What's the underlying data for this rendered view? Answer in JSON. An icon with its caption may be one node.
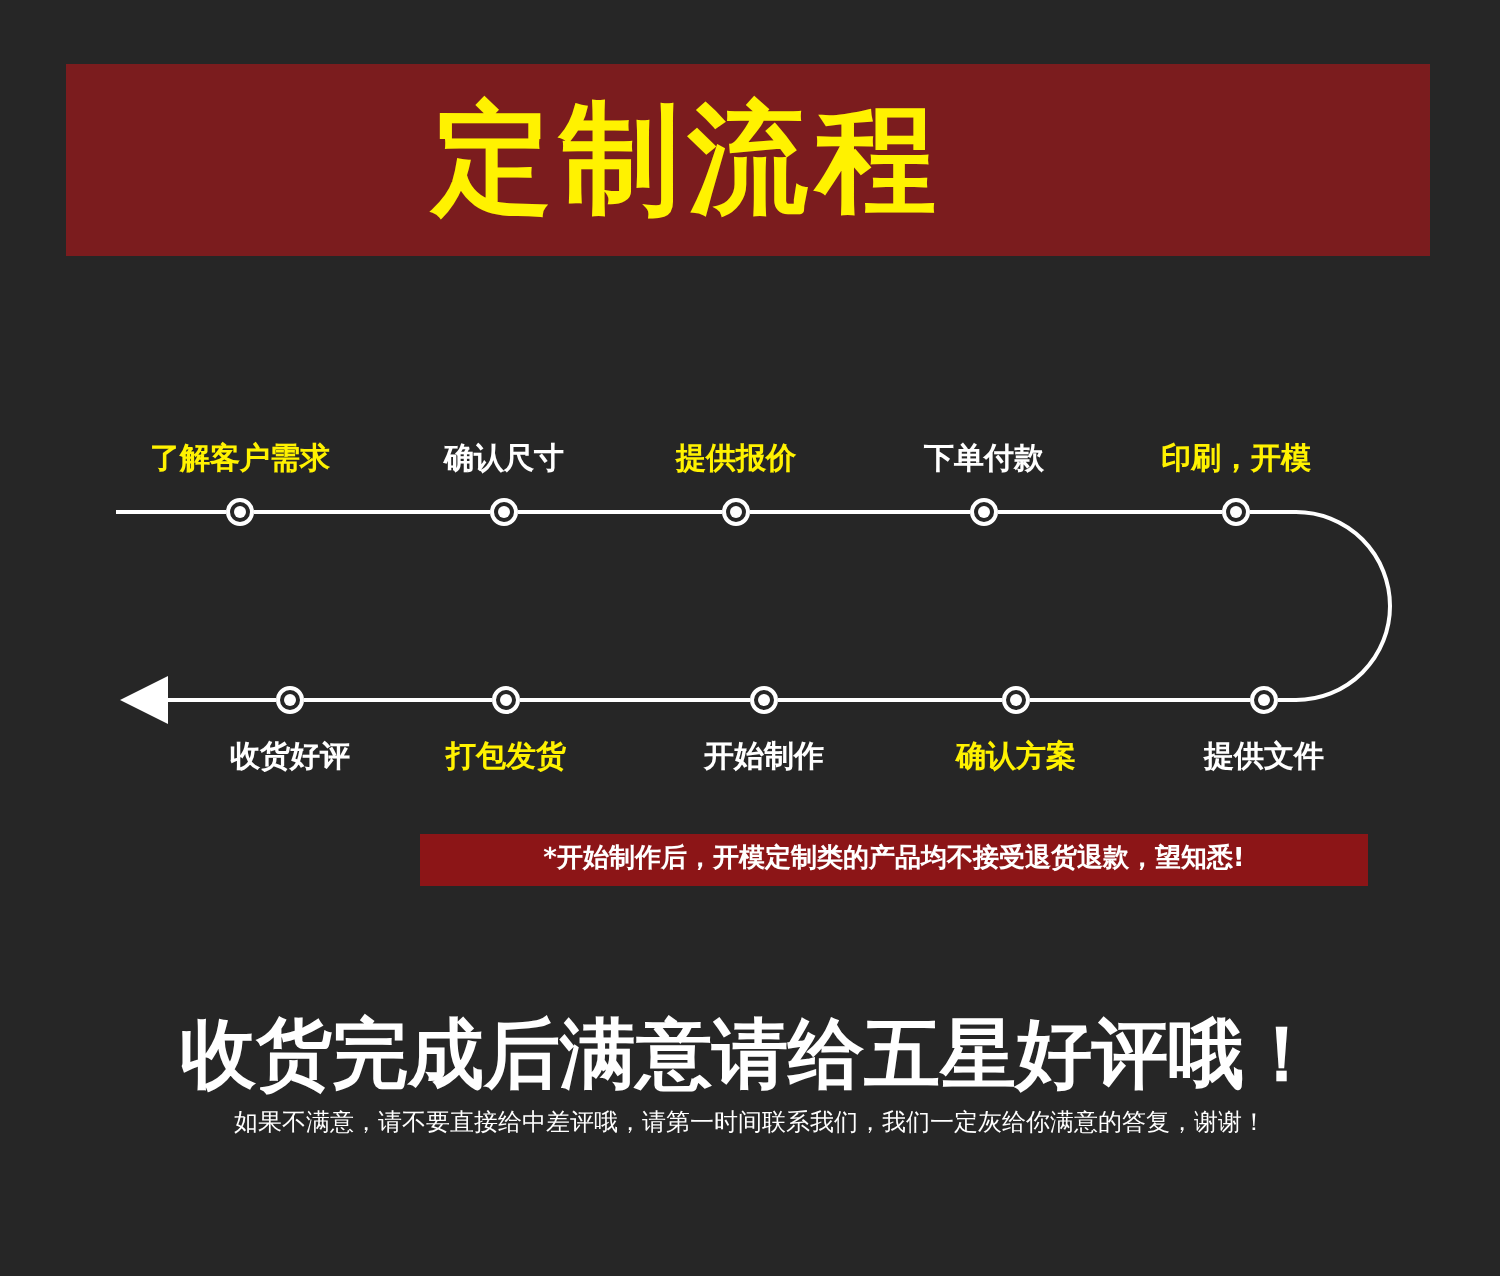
{
  "diagram": {
    "title": "定制流程",
    "nodes": [
      {
        "text": [],
        "shape": "circle",
        "beside": [
          "了解客户需求"
        ]
      },
      {
        "text": [],
        "shape": "circle",
        "beside": [
          "确认尺寸"
        ]
      },
      {
        "text": [],
        "shape": "circle",
        "beside": [
          "提供报价"
        ]
      },
      {
        "text": [],
        "shape": "circle",
        "beside": [
          "下单付款"
        ]
      },
      {
        "text": [],
        "shape": "circle",
        "beside": [
          "印刷，开模"
        ]
      },
      {
        "text": [],
        "shape": "circle",
        "beside": [
          "提供文件"
        ]
      },
      {
        "text": [],
        "shape": "circle",
        "beside": [
          "确认方案"
        ]
      },
      {
        "text": [],
        "shape": "circle",
        "beside": [
          "开始制作"
        ]
      },
      {
        "text": [],
        "shape": "circle",
        "beside": [
          "打包发货"
        ]
      },
      {
        "text": [],
        "shape": "circle",
        "beside": [
          "收货好评"
        ]
      }
    ],
    "edges": [
      {
        "from": null,
        "to": 0,
        "arrow": "none"
      },
      {
        "from": 0,
        "to": 1,
        "arrow": "none"
      },
      {
        "from": 1,
        "to": 2,
        "arrow": "none"
      },
      {
        "from": 2,
        "to": 3,
        "arrow": "none"
      },
      {
        "from": 3,
        "to": 4,
        "arrow": "none"
      },
      {
        "from": 4,
        "to": 5,
        "arrow": "none"
      },
      {
        "from": 5,
        "to": 6,
        "arrow": "none"
      },
      {
        "from": 6,
        "to": 7,
        "arrow": "none"
      },
      {
        "from": 7,
        "to": 8,
        "arrow": "none"
      },
      {
        "from": 8,
        "to": 9,
        "arrow": "none"
      },
      {
        "from": 9,
        "to": null,
        "arrow": "to"
      }
    ],
    "labels": [
      "*开始制作后，开模定制类的产品均不接受退货退款，望知悉!",
      "收货完成后满意请给五星好评哦！",
      "如果不满意，请不要直接给中差评哦，请第一时间联系我们，我们一定灰给你满意的答复，谢谢！"
    ]
  }
}
